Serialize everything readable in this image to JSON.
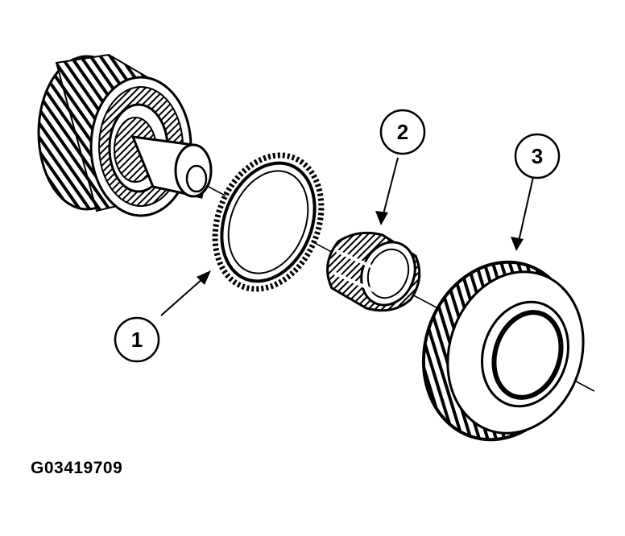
{
  "callouts": [
    {
      "label": "1"
    },
    {
      "label": "2"
    },
    {
      "label": "3"
    }
  ],
  "figure_code": "G03419709",
  "colors": {
    "ink": "#000000",
    "paper": "#ffffff"
  }
}
